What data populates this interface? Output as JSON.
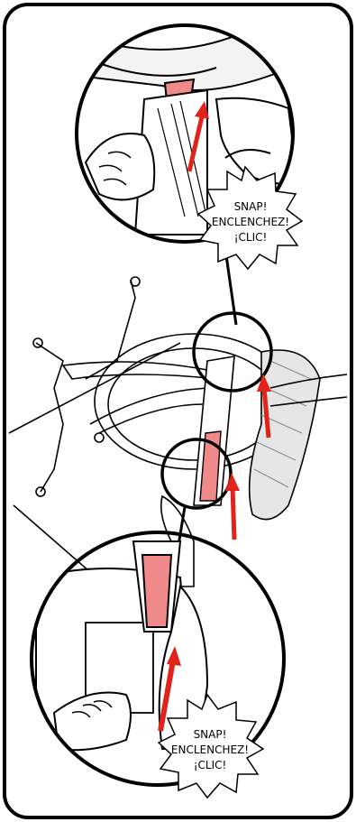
{
  "callouts": {
    "top": {
      "line1": "SNAP!",
      "line2": "ENCLENCHEZ!",
      "line3": "¡CLIC!"
    },
    "bottom": {
      "line1": "SNAP!",
      "line2": "ENCLENCHEZ!",
      "line3": "¡CLIC!"
    }
  },
  "colors": {
    "frame": "#000000",
    "background": "#ffffff",
    "accent": "#e2231a",
    "part": "#f08a8a"
  }
}
